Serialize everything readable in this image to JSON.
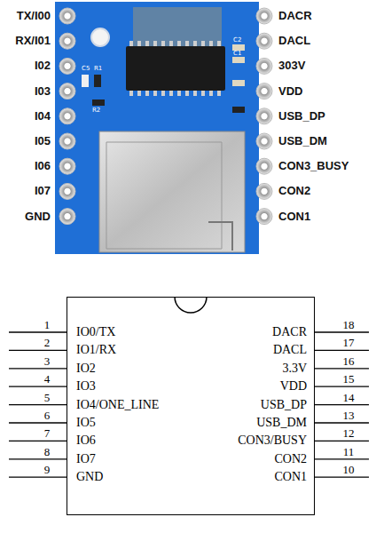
{
  "diagram": {
    "nodes": [
      {
        "text": [
          "IO0/TX",
          "IO1/RX",
          "IO2",
          "IO3",
          "IO4/ONE_LINE",
          "IO5",
          "IO6",
          "IO7",
          "GND",
          "DACR",
          "DACL",
          "3.3V",
          "VDD",
          "USB_DP",
          "USB_DM",
          "CON3/BUSY",
          "CON2",
          "CON1"
        ]
      }
    ],
    "labels": [
      "TX/I00",
      "RX/I01",
      "I02",
      "I03",
      "I04",
      "I05",
      "I06",
      "I07",
      "GND",
      "DACR",
      "DACL",
      "303V",
      "VDD",
      "USB_DP",
      "USB_DM",
      "CON3_BUSY",
      "CON2",
      "CON1",
      "C5",
      "R1",
      "R2",
      "C2",
      "C1",
      "1",
      "2",
      "3",
      "4",
      "5",
      "6",
      "7",
      "8",
      "9",
      "18",
      "17",
      "16",
      "15",
      "14",
      "13",
      "12",
      "11",
      "10"
    ]
  }
}
